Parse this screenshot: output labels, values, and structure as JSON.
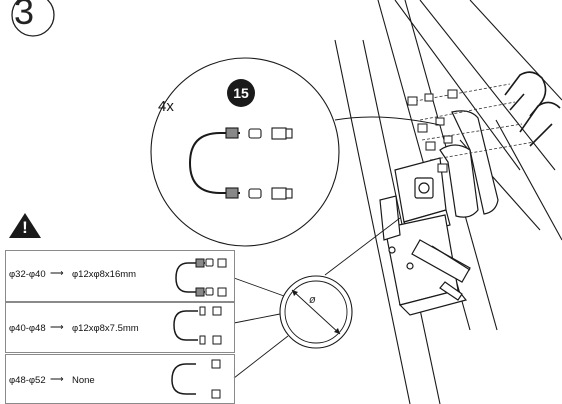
{
  "step": {
    "number": "3"
  },
  "callout": {
    "quantity": "4x",
    "part_number": "15"
  },
  "diameter_symbol": "ø",
  "warning": {
    "mark": "!"
  },
  "size_table": [
    {
      "range": "φ32-φ40",
      "result": "φ12xφ8x16mm"
    },
    {
      "range": "φ40-φ48",
      "result": "φ12xφ8x7.5mm"
    },
    {
      "range": "φ48-φ52",
      "result": "None"
    }
  ],
  "colors": {
    "line": "#1a1a1a",
    "badge": "#1a1a1a",
    "bracket": "#ffffff"
  }
}
